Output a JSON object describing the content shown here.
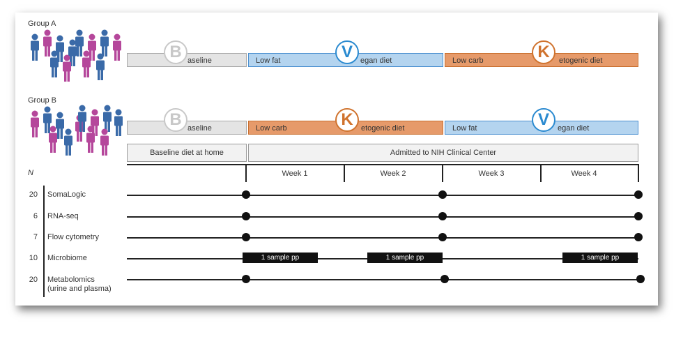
{
  "groups": [
    {
      "label": "Group A"
    },
    {
      "label": "Group B"
    }
  ],
  "diets": {
    "baseline": {
      "letter": "B",
      "rest": "aseline"
    },
    "group_a": [
      {
        "prefix": "Low fat",
        "letter": "V",
        "rest": "egan diet"
      },
      {
        "prefix": "Low carb",
        "letter": "K",
        "rest": "etogenic diet"
      }
    ],
    "group_b": [
      {
        "prefix": "Low carb",
        "letter": "K",
        "rest": "etogenic diet"
      },
      {
        "prefix": "Low fat",
        "letter": "V",
        "rest": "egan diet"
      }
    ]
  },
  "settings": {
    "home": "Baseline diet at home",
    "nih": "Admitted to NIH Clinical Center"
  },
  "n_header": "N",
  "weeks": [
    "Week 1",
    "Week 2",
    "Week 3",
    "Week 4"
  ],
  "assays": [
    {
      "n": "20",
      "name": "SomaLogic",
      "sub": ""
    },
    {
      "n": "6",
      "name": "RNA-seq",
      "sub": ""
    },
    {
      "n": "7",
      "name": "Flow cytometry",
      "sub": ""
    },
    {
      "n": "10",
      "name": "Microbiome",
      "sub": ""
    },
    {
      "n": "20",
      "name": "Metabolomics",
      "sub": "(urine and plasma)"
    }
  ],
  "sample_label": "1 sample pp",
  "colors": {
    "male": "#3a6aa8",
    "female": "#b5479b",
    "vegan": "#2a8ad0",
    "keto": "#d0732e",
    "baseline": "#c8c8c8"
  }
}
